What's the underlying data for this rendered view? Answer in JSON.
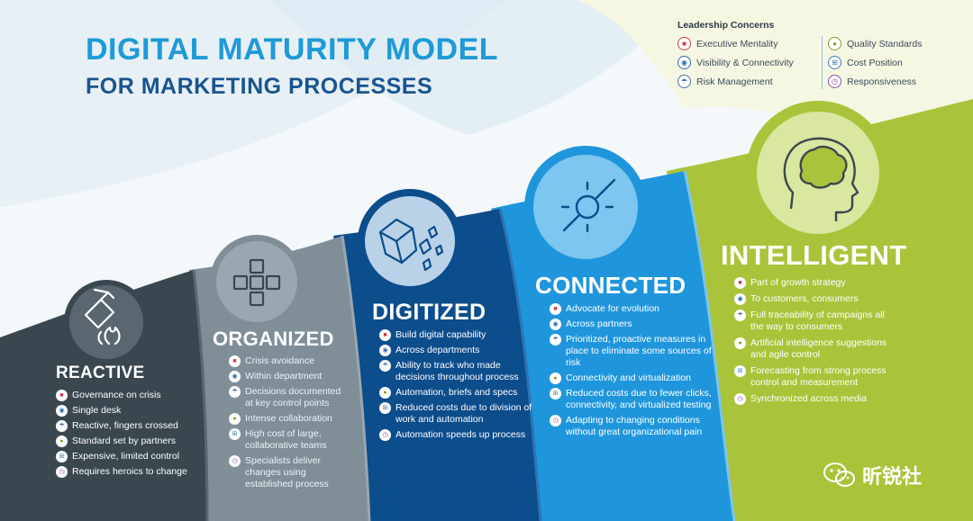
{
  "header": {
    "title": "DIGITAL MATURITY MODEL",
    "subtitle": "FOR MARKETING PROCESSES"
  },
  "legend": {
    "title": "Leadership Concerns",
    "items": [
      {
        "label": "Executive Mentality",
        "icon": "executive-icon"
      },
      {
        "label": "Visibility & Connectivity",
        "icon": "eye-icon"
      },
      {
        "label": "Risk Management",
        "icon": "umbrella-icon"
      },
      {
        "label": "Quality Standards",
        "icon": "medal-icon"
      },
      {
        "label": "Cost Position",
        "icon": "cost-icon"
      },
      {
        "label": "Responsiveness",
        "icon": "stopwatch-icon"
      }
    ]
  },
  "stages": {
    "reactive": {
      "title": "REACTIVE",
      "icon": "fire-extinguisher-icon",
      "items": [
        "Governance on crisis",
        "Single desk",
        "Reactive, fingers crossed",
        "Standard set by partners",
        "Expensive, limited control",
        "Requires heroics to change"
      ]
    },
    "organized": {
      "title": "ORGANIZED",
      "icon": "squares-grid-icon",
      "items": [
        "Crisis avoidance",
        "Within department",
        "Decisions documented at key control points",
        "Intense collaboration",
        "High cost of large, collaborative teams",
        "Specialists deliver changes using established process"
      ]
    },
    "digitized": {
      "title": "DIGITIZED",
      "icon": "cube-pixels-icon",
      "items": [
        "Build digital capability",
        "Across departments",
        "Ability to track who made decisions throughout process",
        "Automation, briefs and specs",
        "Reduced costs due to division of work and automation",
        "Automation speeds up process"
      ]
    },
    "connected": {
      "title": "CONNECTED",
      "icon": "magnifier-crosshair-icon",
      "items": [
        "Advocate for evolution",
        "Across partners",
        "Prioritized, proactive measures in place to eliminate some sources of risk",
        "Connectivity and virtualization",
        "Reduced costs due to fewer clicks, connectivity, and virtualized testing",
        "Adapting to changing conditions without great organizational pain"
      ]
    },
    "intelligent": {
      "title": "INTELLIGENT",
      "icon": "head-brain-icon",
      "items": [
        "Part of growth strategy",
        "To customers, consumers",
        "Full traceability of campaigns all the way to consumers",
        "Artificial intelligence suggestions and agile control",
        "Forecasting from strong process control and measurement",
        "Synchronized across media"
      ]
    }
  },
  "watermark": {
    "text": "昕锐社",
    "icon": "wechat-icon"
  },
  "colors": {
    "title_blue": "#1e9ad8",
    "subtitle_navy": "#19548f",
    "reactive": "#3a474f",
    "organized": "#7f8e97",
    "digitized": "#0c4d8c",
    "connected": "#1f96dc",
    "intelligent": "#a9c43a"
  }
}
